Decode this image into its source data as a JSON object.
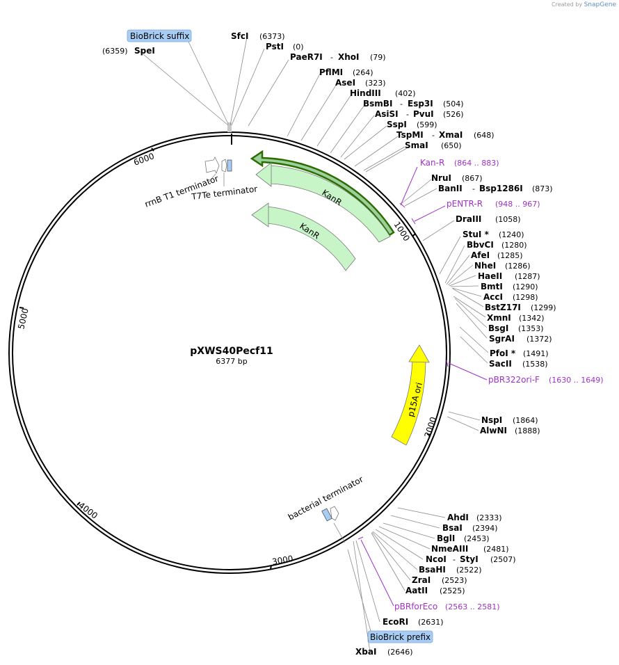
{
  "credit": {
    "prefix": "Created by",
    "brand": "SnapGene"
  },
  "plasmid": {
    "name": "pXWS40Pecf11",
    "size_label": "6377 bp"
  },
  "ticks": [
    "1000",
    "2000",
    "3000",
    "4000",
    "5000",
    "6000"
  ],
  "enzymes": [
    {
      "name": "SfcI",
      "pos": "(6373)"
    },
    {
      "name": "PstI",
      "pos": "(0)"
    },
    {
      "name": "PaeR7I",
      "name2": "XhoI",
      "pos": "(79)"
    },
    {
      "name": "PflMI",
      "pos": "(264)"
    },
    {
      "name": "AseI",
      "pos": "(323)"
    },
    {
      "name": "HindIII",
      "pos": "(402)"
    },
    {
      "name": "BsmBI",
      "name2": "Esp3I",
      "pos": "(504)"
    },
    {
      "name": "AsiSI",
      "name2": "PvuI",
      "pos": "(526)"
    },
    {
      "name": "SspI",
      "pos": "(599)"
    },
    {
      "name": "TspMI",
      "name2": "XmaI",
      "pos": "(648)"
    },
    {
      "name": "SmaI",
      "pos": "(650)"
    },
    {
      "name": "NruI",
      "pos": "(867)"
    },
    {
      "name": "BanII",
      "name2": "Bsp1286I",
      "pos": "(873)"
    },
    {
      "name": "DraIII",
      "pos": "(1058)"
    },
    {
      "name": "StuI *",
      "pos": "(1240)"
    },
    {
      "name": "BbvCI",
      "pos": "(1280)"
    },
    {
      "name": "AfeI",
      "pos": "(1285)"
    },
    {
      "name": "NheI",
      "pos": "(1286)"
    },
    {
      "name": "HaeII",
      "pos": "(1287)"
    },
    {
      "name": "BmtI",
      "pos": "(1290)"
    },
    {
      "name": "AccI",
      "pos": "(1298)"
    },
    {
      "name": "BstZ17I",
      "pos": "(1299)"
    },
    {
      "name": "XmnI",
      "pos": "(1342)"
    },
    {
      "name": "BsgI",
      "pos": "(1353)"
    },
    {
      "name": "SgrAI",
      "pos": "(1372)"
    },
    {
      "name": "PfoI *",
      "pos": "(1491)"
    },
    {
      "name": "SacII",
      "pos": "(1538)"
    },
    {
      "name": "NspI",
      "pos": "(1864)"
    },
    {
      "name": "AlwNI",
      "pos": "(1888)"
    },
    {
      "name": "AhdI",
      "pos": "(2333)"
    },
    {
      "name": "BsaI",
      "pos": "(2394)"
    },
    {
      "name": "BglI",
      "pos": "(2453)"
    },
    {
      "name": "NmeAIII",
      "pos": "(2481)"
    },
    {
      "name": "NcoI",
      "name2": "StyI",
      "pos": "(2507)"
    },
    {
      "name": "BsaHI",
      "pos": "(2522)"
    },
    {
      "name": "ZraI",
      "pos": "(2523)"
    },
    {
      "name": "AatII",
      "pos": "(2525)"
    },
    {
      "name": "EcoRI",
      "pos": "(2631)"
    },
    {
      "name": "XbaI",
      "pos": "(2646)"
    },
    {
      "name": "SpeI",
      "pos": "(6359)"
    }
  ],
  "primers": [
    {
      "name": "Kan-R",
      "range": "(864 .. 883)"
    },
    {
      "name": "pENTR-R",
      "range": "(948 .. 967)"
    },
    {
      "name": "pBR322ori-F",
      "range": "(1630 .. 1649)"
    },
    {
      "name": "pBRforEco",
      "range": "(2563 .. 2581)"
    }
  ],
  "features": {
    "kanr_outer": "KanR",
    "kanr_inner": "KanR",
    "p15a": "p15A ori",
    "rrnb": "rrnB T1 terminator",
    "t7te": "T7Te terminator",
    "bact_term": "bacterial terminator",
    "biobrick_suffix": "BioBrick suffix",
    "biobrick_prefix": "BioBrick prefix"
  },
  "colors": {
    "kanr": "#c8f5c8",
    "p15a": "#ffff00",
    "primer": "#a030c8",
    "biobrick": "#a8cdf5",
    "terminator_box": "#a8cdf5"
  }
}
